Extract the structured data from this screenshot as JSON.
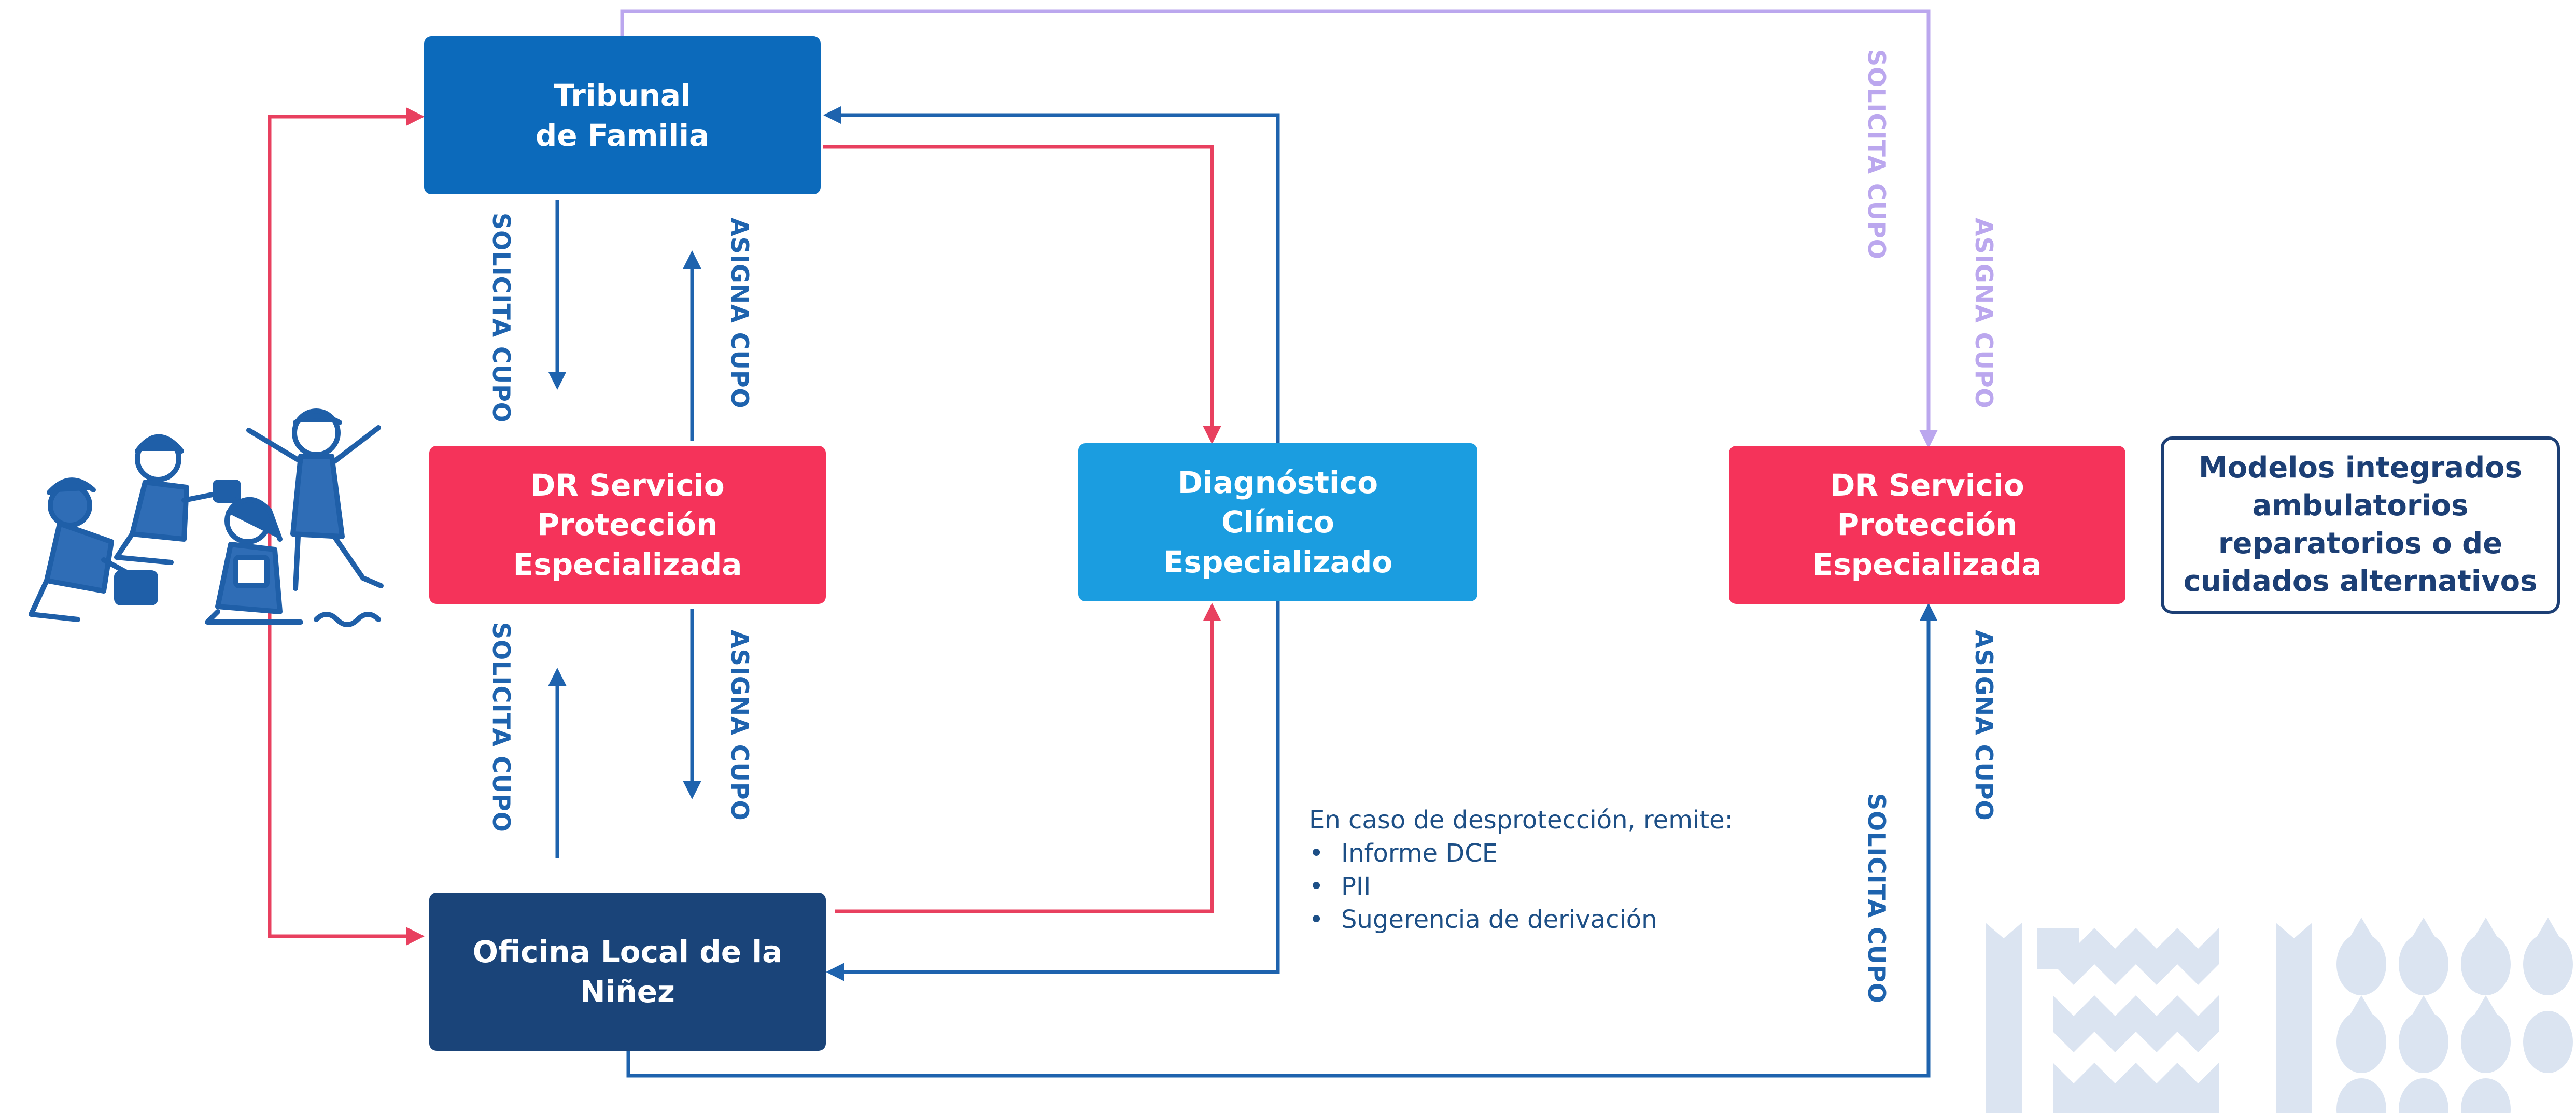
{
  "colors": {
    "dark_blue": "#1a4479",
    "mid_blue": "#0c6abb",
    "light_blue": "#1b9de0",
    "red": "#f5335a",
    "arrow_blue": "#1e63ae",
    "arrow_red": "#e8405f",
    "arrow_purple": "#bba7ee",
    "watermark": "#dbe4f1"
  },
  "nodes": {
    "tribunal": "Tribunal\nde Familia",
    "dr_left": "DR Servicio\nProtección\nEspecializada",
    "diagnostico": "Diagnóstico\nClínico\nEspecializado",
    "dr_right": "DR Servicio\nProtección\nEspecializada",
    "oficina": "Oficina Local de la\nNiñez",
    "models": "Modelos integrados\nambulatorios\nreparatorios o de\ncuidados alternativos"
  },
  "labels": {
    "solicita_cupo": "SOLICITA CUPO",
    "asigna_cupo": "ASIGNA CUPO"
  },
  "note": {
    "intro": "En caso de desprotección, remite:",
    "items": [
      "Informe DCE",
      "PII",
      "Sugerencia de derivación"
    ]
  },
  "icons": {
    "children": "children-illustration-icon",
    "watermark": "decorative-pattern-icon"
  }
}
